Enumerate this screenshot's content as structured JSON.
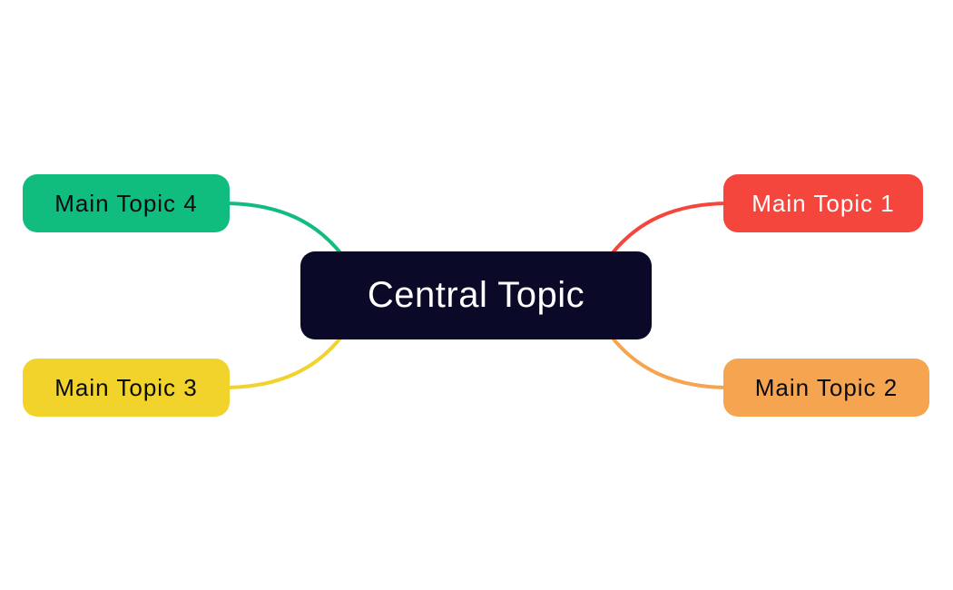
{
  "canvas": {
    "background": "#ffffff"
  },
  "central": {
    "id": "central",
    "label": "Central Topic",
    "color": "#0a0a28",
    "text_color": "#ffffff"
  },
  "nodes": [
    {
      "id": "main1",
      "label": "Main Topic 1",
      "color": "#f5463d",
      "text_color": "#ffffff",
      "position": "top-right",
      "connects_to": "central"
    },
    {
      "id": "main2",
      "label": "Main Topic 2",
      "color": "#f5a44f",
      "text_color": "#0b0b14",
      "position": "bottom-right",
      "connects_to": "central"
    },
    {
      "id": "main3",
      "label": "Main Topic 3",
      "color": "#f1d32b",
      "text_color": "#0b0b14",
      "position": "bottom-left",
      "connects_to": "central"
    },
    {
      "id": "main4",
      "label": "Main Topic 4",
      "color": "#10bd7e",
      "text_color": "#0b0b14",
      "position": "top-left",
      "connects_to": "central"
    }
  ]
}
